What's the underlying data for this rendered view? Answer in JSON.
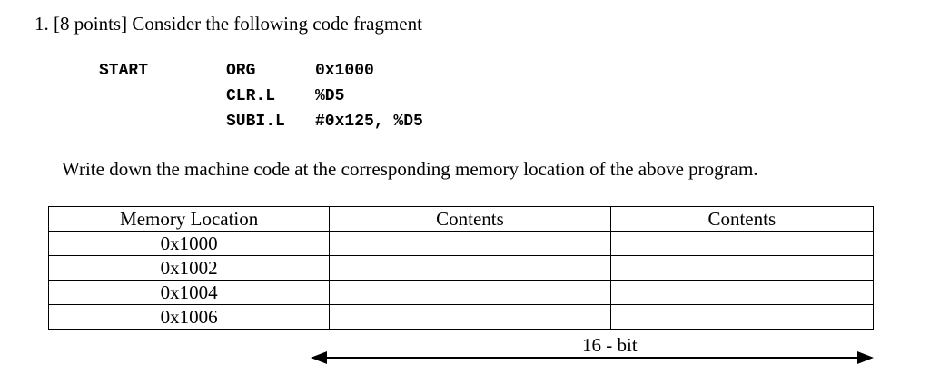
{
  "question": {
    "text": "1. [8 points] Consider the following code fragment"
  },
  "code": {
    "label": "START",
    "lines": [
      {
        "op": "ORG",
        "args": "0x1000"
      },
      {
        "op": "CLR.L",
        "args": "%D5"
      },
      {
        "op": "SUBI.L",
        "args": "#0x125, %D5"
      }
    ]
  },
  "instruction": "Write down the machine code at the corresponding memory location of the above program.",
  "table": {
    "headers": [
      "Memory Location",
      "Contents",
      "Contents"
    ],
    "rows": [
      {
        "location": "0x1000",
        "content1": "",
        "content2": ""
      },
      {
        "location": "0x1002",
        "content1": "",
        "content2": ""
      },
      {
        "location": "0x1004",
        "content1": "",
        "content2": ""
      },
      {
        "location": "0x1006",
        "content1": "",
        "content2": ""
      }
    ]
  },
  "bit_width_label": "16 - bit"
}
